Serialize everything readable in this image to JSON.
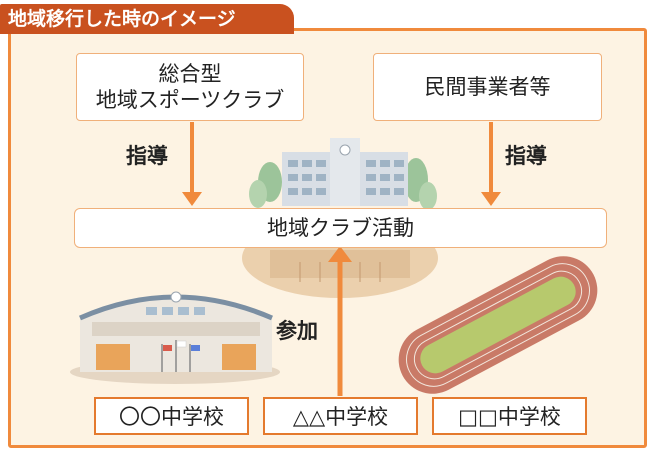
{
  "title": "地域移行した時のイメージ",
  "boxes": {
    "general_club_line1": "総合型",
    "general_club_line2": "地域スポーツクラブ",
    "private_business": "民間事業者等",
    "community_club": "地域クラブ活動"
  },
  "labels": {
    "guidance_left": "指導",
    "guidance_right": "指導",
    "participation": "参加"
  },
  "schools": [
    "〇〇中学校",
    "△△中学校",
    "□□中学校"
  ],
  "colors": {
    "accent": "#f08a3c",
    "tab": "#c9511f",
    "panel_bg": "#fdf3e3",
    "arrow": "#f08a3c"
  }
}
